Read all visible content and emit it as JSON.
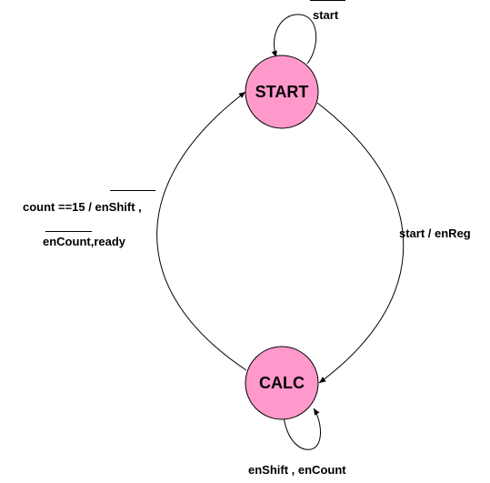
{
  "colors": {
    "state_fill": "#ff99cc",
    "stroke": "#000000",
    "background": "#ffffff"
  },
  "states": {
    "start": {
      "label": "START"
    },
    "calc": {
      "label": "CALC"
    }
  },
  "transitions": {
    "start_self": {
      "label": "start",
      "negated": true
    },
    "start_to_calc": {
      "label": "start / enReg"
    },
    "calc_to_start": {
      "line1": "count ==15 / enShift ,",
      "line2": "enCount,ready",
      "negated_terms": [
        "enShift",
        "enCount"
      ]
    },
    "calc_self": {
      "label": "enShift , enCount"
    }
  }
}
